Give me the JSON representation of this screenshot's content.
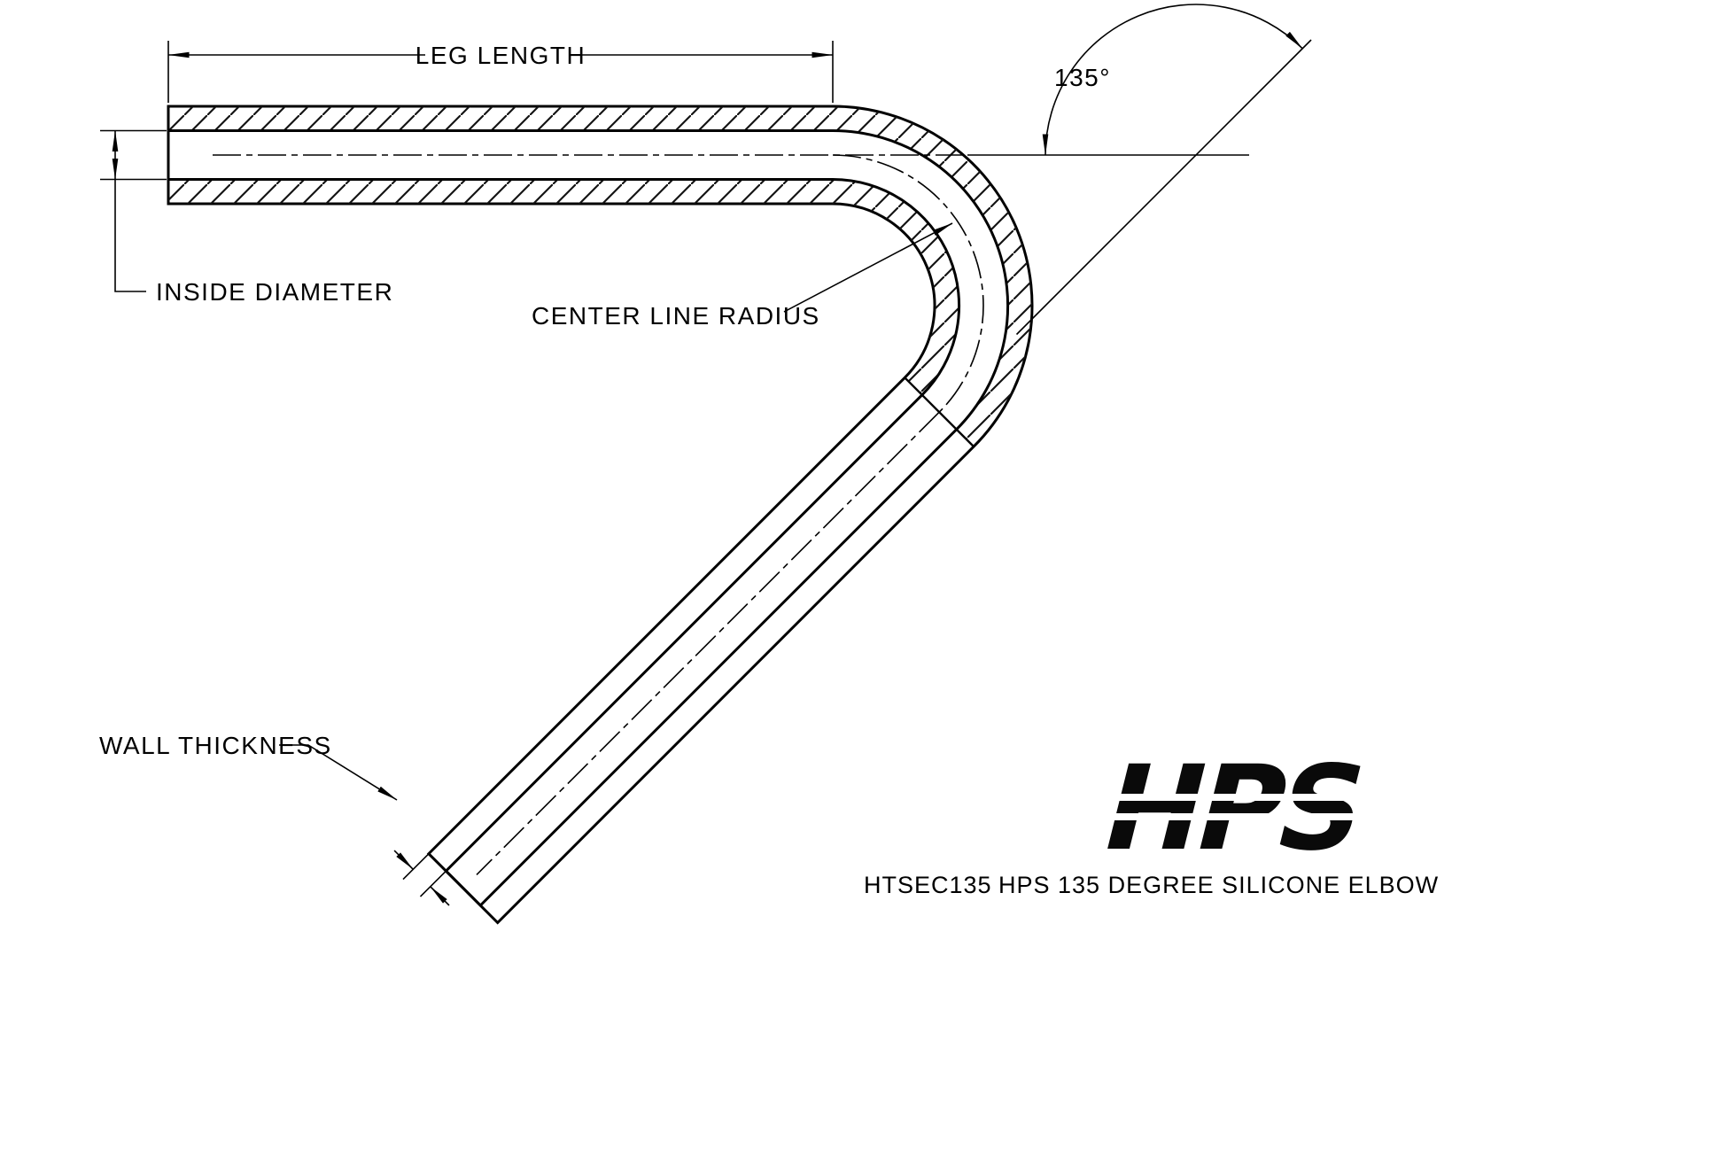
{
  "page": {
    "background_color": "#ffffff",
    "line_color": "#000000"
  },
  "drawing": {
    "labels": {
      "leg_length": "LEG LENGTH",
      "inside_diameter": "INSIDE DIAMETER",
      "center_line_radius": "CENTER LINE RADIUS",
      "wall_thickness": "WALL THICKNESS",
      "bend_angle": "135°"
    }
  },
  "title_block": {
    "logo": "HPS",
    "part_number": "HTSEC135",
    "part_name": "HPS 135 DEGREE SILICONE ELBOW"
  }
}
